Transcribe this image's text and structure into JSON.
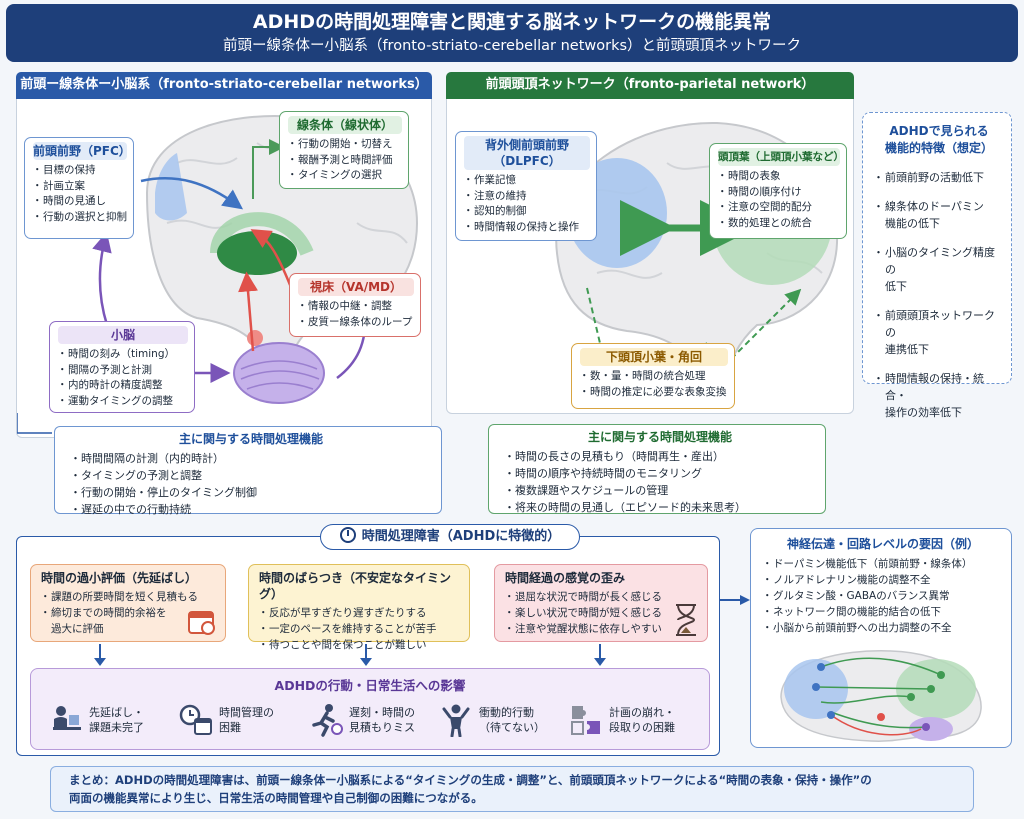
{
  "header": {
    "title": "ADHDの時間処理障害と関連する脳ネットワークの機能異常",
    "subtitle": "前頭ー線条体ー小脳系（fronto-striato-cerebellar networks）と前頭頭頂ネットワーク"
  },
  "left_panel": {
    "title": "前頭ー線条体ー小脳系（fronto-striato-cerebellar networks）",
    "pfc": {
      "title": "前頭前野（PFC）",
      "items": [
        "目標の保持",
        "計画立案",
        "時間の見通し",
        "行動の選択と抑制"
      ]
    },
    "striatum": {
      "title": "線条体（線状体）",
      "items": [
        "行動の開始・切替え",
        "報酬予測と時間評価",
        "タイミングの選択"
      ]
    },
    "thalamus": {
      "title": "視床（VA/MD）",
      "items": [
        "情報の中継・調整",
        "皮質ー線条体のループ"
      ]
    },
    "cerebellum": {
      "title": "小脳",
      "items": [
        "時間の刻み（timing）",
        "間隔の予測と計測",
        "内的時計の精度調整",
        "運動タイミングの調整"
      ]
    },
    "functions": {
      "title": "主に関与する時間処理機能",
      "items": [
        "時間間隔の計測（内的時計）",
        "タイミングの予測と調整",
        "行動の開始・停止のタイミング制御",
        "遅延の中での行動持続"
      ]
    }
  },
  "right_panel": {
    "title": "前頭頭頂ネットワーク（fronto-parietal network）",
    "dlpfc": {
      "title": "背外側前頭前野（DLPFC）",
      "items": [
        "作業記憶",
        "注意の維持",
        "認知的制御",
        "時間情報の保持と操作"
      ]
    },
    "parietal": {
      "title": "頭頂葉（上頭頂小葉など）",
      "items": [
        "時間の表象",
        "時間の順序付け",
        "注意の空間的配分",
        "数的処理との統合"
      ]
    },
    "ipl": {
      "title": "下頭頂小葉・角回",
      "items": [
        "数・量・時間の統合処理",
        "時間の推定に必要な表象変換"
      ]
    },
    "functions": {
      "title": "主に関与する時間処理機能",
      "items": [
        "時間の長さの見積もり（時間再生・産出）",
        "時間の順序や持続時間のモニタリング",
        "複数課題やスケジュールの管理",
        "将来の時間の見通し（エピソード的未来思考）"
      ]
    }
  },
  "features": {
    "title": "ADHDで見られる\n機能的特徴（想定）",
    "items": [
      "前頭前野の活動低下",
      "線条体のドーパミン\n機能の低下",
      "小脳のタイミング精度の\n低下",
      "前頭頭頂ネットワークの\n連携低下",
      "時間情報の保持・統合・\n操作の効率低下"
    ]
  },
  "impairment": {
    "title": "時間処理障害（ADHDに特徴的）",
    "cards": [
      {
        "title": "時間の過小評価（先延ばし）",
        "items": [
          "課題の所要時間を短く見積もる",
          "締切までの時間的余裕を\n過大に評価"
        ]
      },
      {
        "title": "時間のばらつき（不安定なタイミング）",
        "items": [
          "反応が早すぎたり遅すぎたりする",
          "一定のペースを維持することが苦手",
          "待つことや間を保つことが難しい"
        ]
      },
      {
        "title": "時間経過の感覚の歪み",
        "items": [
          "退屈な状況で時間が長く感じる",
          "楽しい状況で時間が短く感じる",
          "注意や覚醒状態に依存しやすい"
        ]
      }
    ]
  },
  "impact": {
    "title": "ADHDの行動・日常生活への影響",
    "items": [
      {
        "icon": "person-at-desk-icon",
        "label": "先延ばし・\n課題未完了"
      },
      {
        "icon": "clock-calendar-icon",
        "label": "時間管理の\n困難"
      },
      {
        "icon": "running-person-icon",
        "label": "遅刻・時間の\n見積もりミス"
      },
      {
        "icon": "impulsive-person-icon",
        "label": "衝動的行動\n（待てない）"
      },
      {
        "icon": "puzzle-icon",
        "label": "計画の崩れ・\n段取りの困難"
      }
    ]
  },
  "neuro": {
    "title": "神経伝達・回路レベルの要因（例）",
    "items": [
      "ドーパミン機能低下（前頭前野・線条体）",
      "ノルアドレナリン機能の調整不全",
      "グルタミン酸・GABAのバランス異常",
      "ネットワーク間の機能的結合の低下",
      "小脳から前頭前野への出力調整の不全"
    ]
  },
  "summary": "まとめ：ADHDの時間処理障害は、前頭ー線条体ー小脳系による“タイミングの生成・調整”と、前頭頭頂ネットワークによる“時間の表象・保持・操作”の\n両面の機能異常により生じ、日常生活の時間管理や自己制御の困難につながる。",
  "colors": {
    "navy": "#1e3f7a",
    "left_header": "#2a5aa8",
    "right_header": "#27783e",
    "blue": "#6e96d1",
    "green": "#5fa56d",
    "red": "#d9706a",
    "purple": "#8e6cc4",
    "yellow": "#d8a441"
  }
}
